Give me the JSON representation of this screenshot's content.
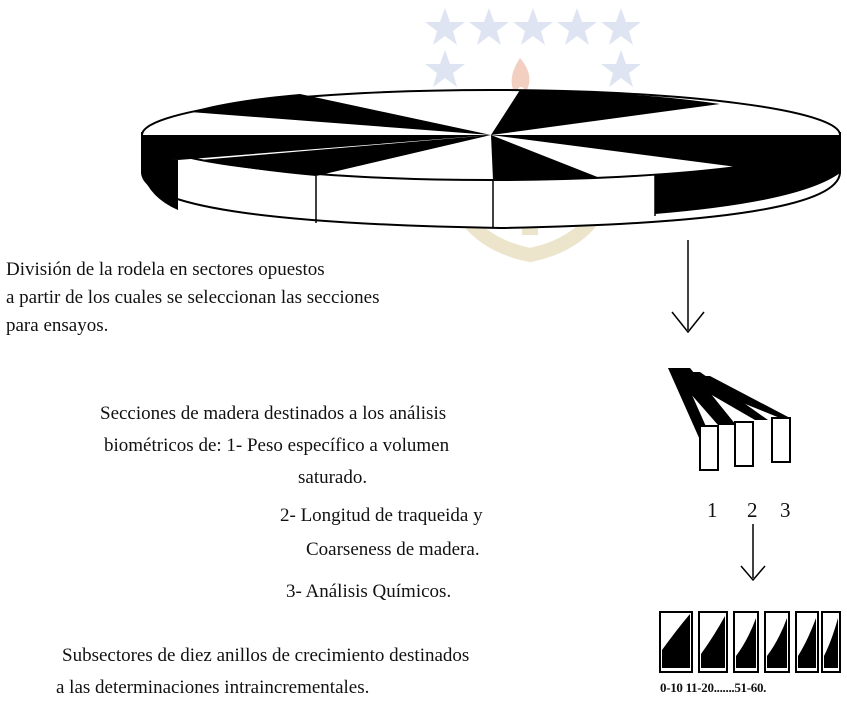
{
  "description_text": {
    "line1": "División de la rodela en sectores opuestos",
    "line2": "a partir de los cuales se seleccionan las secciones",
    "line3": "para ensayos."
  },
  "sections_text": {
    "line1": "Secciones de madera destinados a los análisis",
    "line2": "biométricos de: 1- Peso específico a volumen",
    "line3": "saturado.",
    "line4": "2- Longitud de traqueida y",
    "line5": "Coarseness de madera.",
    "line6": "3- Análisis Químicos."
  },
  "subsectors_text": {
    "line1": "Subsectores de diez anillos de crecimiento destinados",
    "line2": "a las determinaciones intraincrementales."
  },
  "section_numbers": [
    "1",
    "2",
    "3"
  ],
  "ring_ranges_label": "0-10 11-20.......51-60.",
  "watermark_colors": {
    "star": "#d9dff0",
    "shield": "#e9e2c8",
    "flame": "#f0c9b8"
  }
}
